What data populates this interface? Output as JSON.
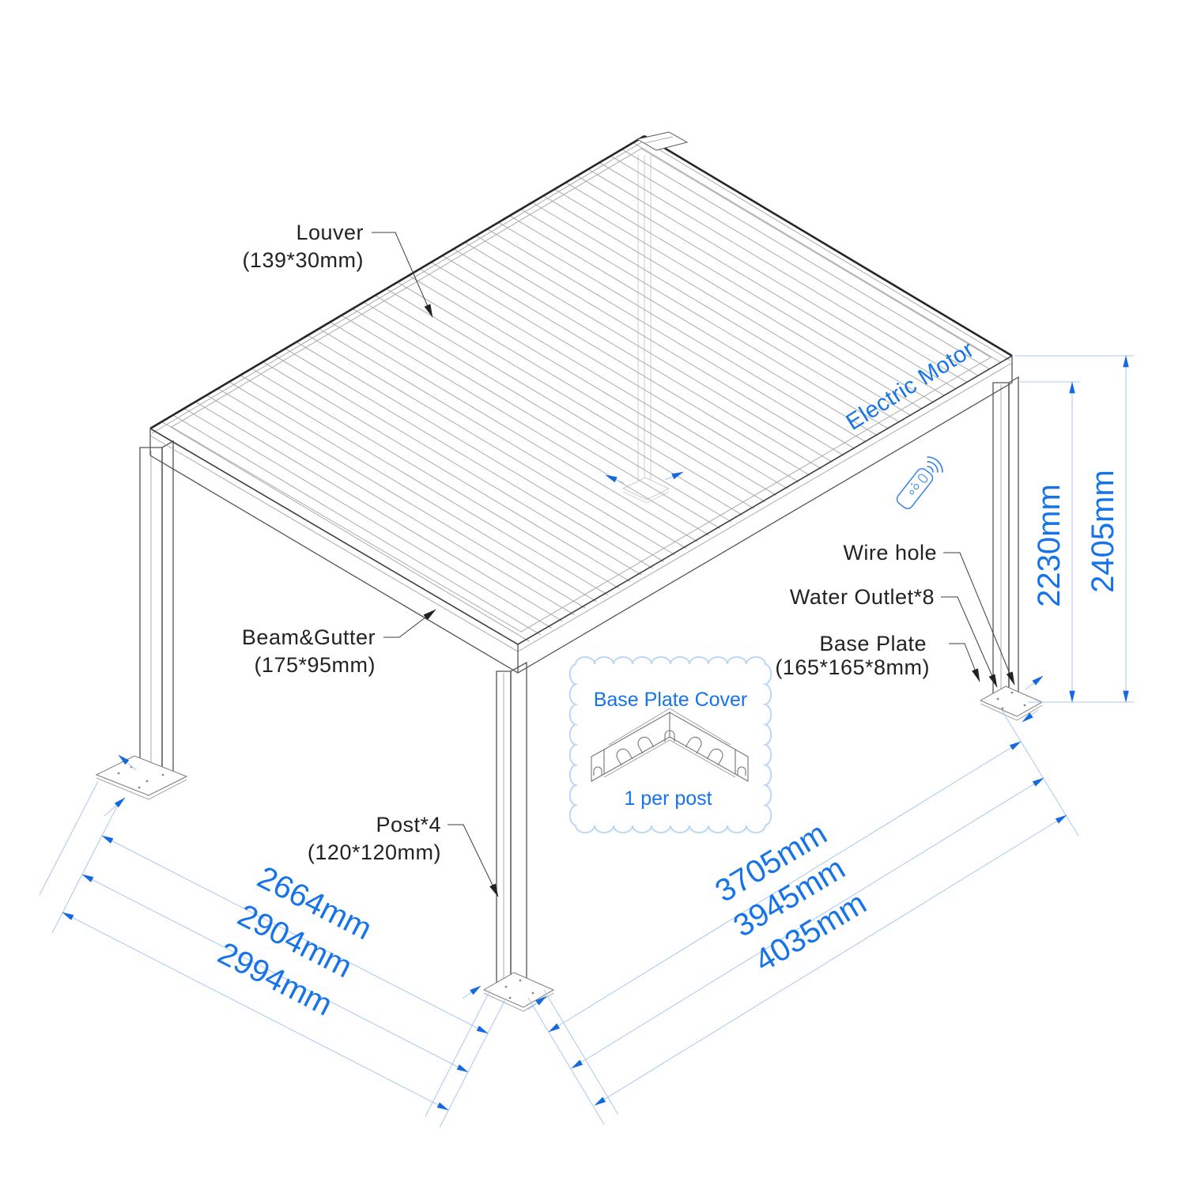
{
  "labels": {
    "louver_name": "Louver",
    "louver_size": "(139*30mm)",
    "beam_name": "Beam&Gutter",
    "beam_size": "(175*95mm)",
    "post_name": "Post*4",
    "post_size": "(120*120mm)",
    "wire_hole": "Wire hole",
    "water_outlet": "Water Outlet*8",
    "base_plate_name": "Base Plate",
    "base_plate_size": "(165*165*8mm)",
    "electric_motor": "Electric Motor"
  },
  "inset": {
    "title": "Base Plate Cover",
    "caption": "1 per post"
  },
  "dimensions": {
    "height_inner": "2230mm",
    "height_outer": "2405mm",
    "depth": [
      "2664mm",
      "2904mm",
      "2994mm"
    ],
    "width": [
      "3705mm",
      "3945mm",
      "4035mm"
    ]
  },
  "colors": {
    "accent_blue": "#1774e8",
    "dim_line_blue": "#a9c7f2",
    "arrow_blue": "#1569e0",
    "structure_gray": "#555555",
    "text_black": "#222222"
  }
}
